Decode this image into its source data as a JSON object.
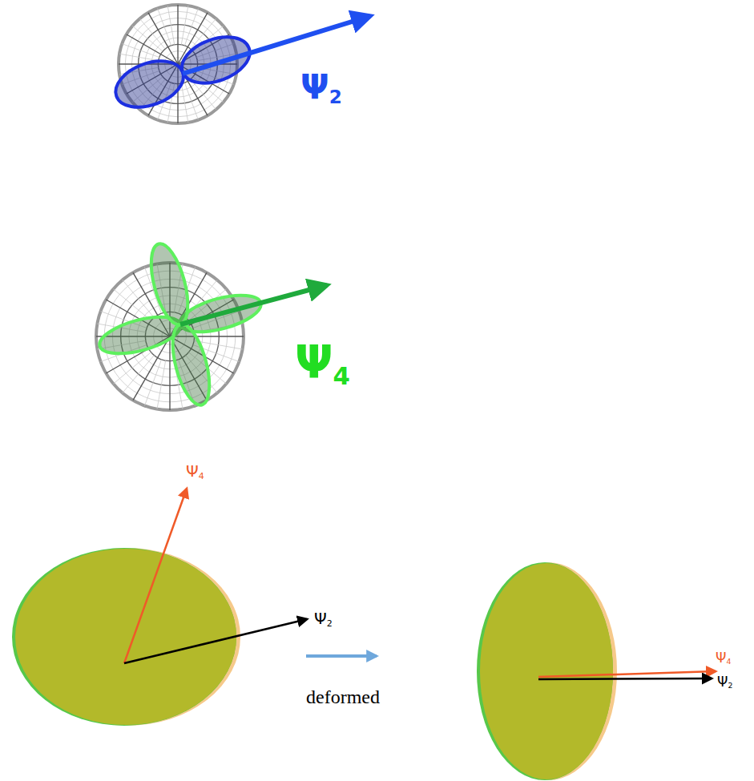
{
  "diagram": {
    "labels": [
      "Ψ2",
      "Ψ4",
      "Ψ4",
      "Ψ2",
      "deformed",
      "Ψ4",
      "Ψ2"
    ]
  }
}
